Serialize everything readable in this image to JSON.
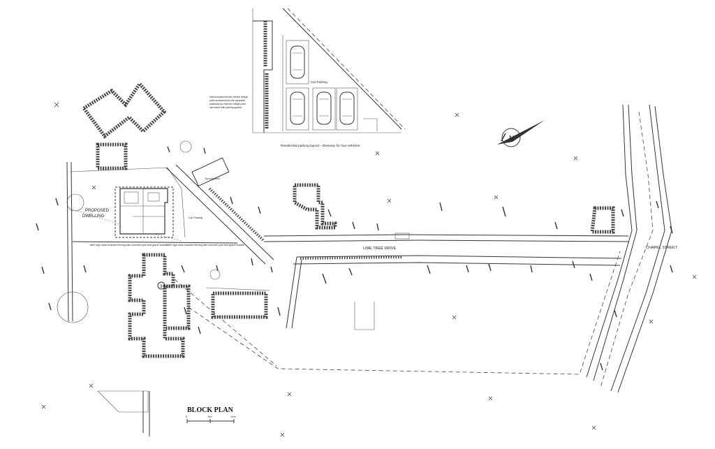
{
  "title": "BLOCK PLAN",
  "labels": {
    "proposed_dwelling_1": "PROPOSED",
    "proposed_dwelling_2": "DWELLING",
    "lime_tree_drive": "LIME TREE DRIVE",
    "chapel_street": "CHAPEL STREET",
    "car_parking": "Car Parking",
    "car_parking_inset": "Car Parking",
    "turning_area": "Turning Area",
    "hedge_note": "1800 high close boarded fencing with concrete post and gravel boards",
    "fence_note": "1800 high close boarded fencing with concrete post and gravel boards",
    "plot_number": "3",
    "ev_note": "Wall mounted electric vehicle charge point accessed from the proposed positioned so that the charge point can reach both parking spaces",
    "inset_caption": "Residential parking layout - driveway for four vehicles"
  },
  "scale_bar": {
    "ticks": [
      "0",
      "5m",
      "10m"
    ]
  },
  "colors": {
    "ink": "#333333",
    "paper": "#ffffff"
  },
  "icons": {
    "north_arrow": "north-arrow-icon"
  }
}
